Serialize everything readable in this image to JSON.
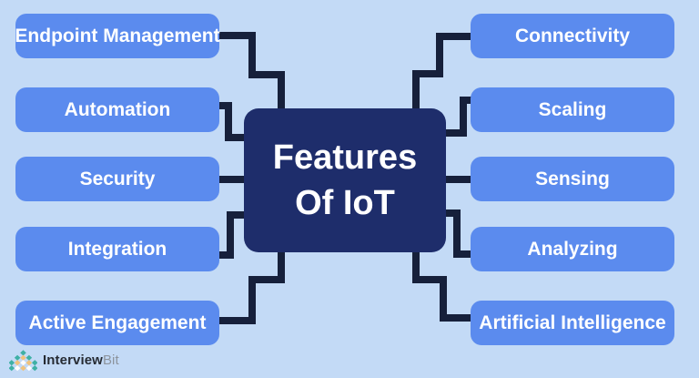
{
  "diagram": {
    "title_line1": "Features",
    "title_line2": "Of IoT",
    "left_items": [
      "Endpoint Management",
      "Automation",
      "Security",
      "Integration",
      "Active Engagement"
    ],
    "right_items": [
      "Connectivity",
      "Scaling",
      "Sensing",
      "Analyzing",
      "Artificial Intelligence"
    ]
  },
  "footer": {
    "brand_primary": "Interview",
    "brand_secondary": "Bit"
  },
  "colors": {
    "background": "#c3daf6",
    "node_blue": "#5b8bee",
    "center_navy": "#1e2d6b",
    "connector": "#16203b",
    "text_white": "#ffffff",
    "brand_teal": "#3eb0a5",
    "brand_gold": "#f0c27d",
    "brand_dark": "#262b33",
    "brand_gray": "#8d949d"
  }
}
